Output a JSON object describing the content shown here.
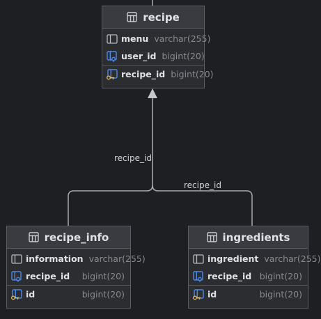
{
  "relations": [
    {
      "label": "recipe_id"
    },
    {
      "label": "recipe_id"
    }
  ],
  "entities": {
    "recipe": {
      "title": "recipe",
      "columns": [
        {
          "name": "menu",
          "type": "varchar(255)",
          "icon": "column-icon"
        },
        {
          "name": "user_id",
          "type": "bigint(20)",
          "icon": "foreign-key-icon"
        },
        {
          "name": "recipe_id",
          "type": "bigint(20)",
          "icon": "primary-key-icon"
        }
      ]
    },
    "recipe_info": {
      "title": "recipe_info",
      "columns": [
        {
          "name": "information",
          "type": "varchar(255)",
          "icon": "column-icon"
        },
        {
          "name": "recipe_id",
          "type": "bigint(20)",
          "icon": "foreign-key-icon"
        },
        {
          "name": "id",
          "type": "bigint(20)",
          "icon": "primary-key-icon"
        }
      ]
    },
    "ingredients": {
      "title": "ingredients",
      "columns": [
        {
          "name": "ingredient",
          "type": "varchar(255)",
          "icon": "column-icon"
        },
        {
          "name": "recipe_id",
          "type": "bigint(20)",
          "icon": "foreign-key-icon"
        },
        {
          "name": "id",
          "type": "bigint(20)",
          "icon": "primary-key-icon"
        }
      ]
    }
  },
  "colors": {
    "background": "#1e1f22",
    "entity_body": "#2b2d30",
    "entity_header": "#393b40",
    "border": "#5a5d63",
    "foreign_key": "#4e8ae6",
    "primary_key": "#e5b83f"
  }
}
